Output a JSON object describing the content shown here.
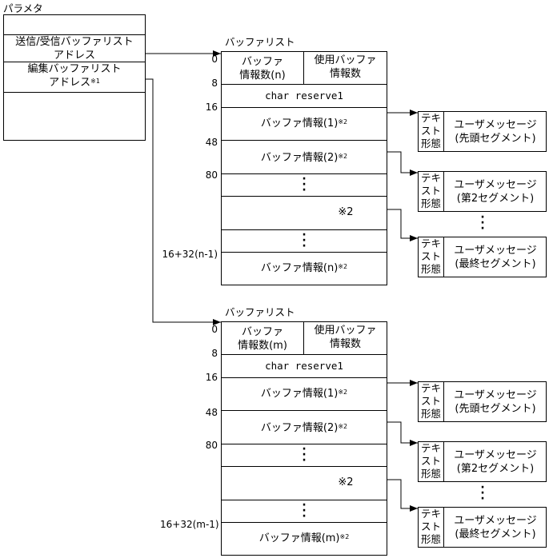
{
  "parameter": {
    "title": "パラメタ",
    "row1_line1": "送信/受信バッファリスト",
    "row1_line2": "アドレス",
    "row2_line1": "編集バッファリスト",
    "row2_line2": "アドレス",
    "row2_note": "※1"
  },
  "lists": [
    {
      "title": "バッファリスト",
      "offsets": [
        "0",
        "8",
        "16",
        "48",
        "80",
        "16+32(n-1)"
      ],
      "header_left_1": "バッファ",
      "header_left_2": "情報数(n)",
      "header_right_1": "使用バッファ",
      "header_right_2": "情報数",
      "reserve": "char reserve1",
      "info1": "バッファ情報(1)",
      "info2": "バッファ情報(2)",
      "info_last": "バッファ情報(n)",
      "note": "※2",
      "messages": [
        {
          "form_1": "テキ",
          "form_2": "スト",
          "form_3": "形態",
          "msg_1": "ユーザメッセージ",
          "msg_2": "(先頭セグメント)"
        },
        {
          "form_1": "テキ",
          "form_2": "スト",
          "form_3": "形態",
          "msg_1": "ユーザメッセージ",
          "msg_2": "(第2セグメント)"
        },
        {
          "form_1": "テキ",
          "form_2": "スト",
          "form_3": "形態",
          "msg_1": "ユーザメッセージ",
          "msg_2": "(最終セグメント)"
        }
      ]
    },
    {
      "title": "バッファリスト",
      "offsets": [
        "0",
        "8",
        "16",
        "48",
        "80",
        "16+32(m-1)"
      ],
      "header_left_1": "バッファ",
      "header_left_2": "情報数(m)",
      "header_right_1": "使用バッファ",
      "header_right_2": "情報数",
      "reserve": "char reserve1",
      "info1": "バッファ情報(1)",
      "info2": "バッファ情報(2)",
      "info_last": "バッファ情報(m)",
      "note": "※2",
      "messages": [
        {
          "form_1": "テキ",
          "form_2": "スト",
          "form_3": "形態",
          "msg_1": "ユーザメッセージ",
          "msg_2": "(先頭セグメント)"
        },
        {
          "form_1": "テキ",
          "form_2": "スト",
          "form_3": "形態",
          "msg_1": "ユーザメッセージ",
          "msg_2": "(第2セグメント)"
        },
        {
          "form_1": "テキ",
          "form_2": "スト",
          "form_3": "形態",
          "msg_1": "ユーザメッセージ",
          "msg_2": "(最終セグメント)"
        }
      ]
    }
  ]
}
